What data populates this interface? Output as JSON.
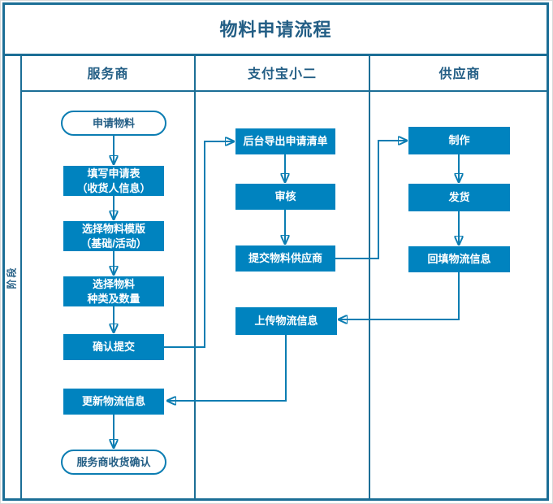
{
  "title": "物料申请流程",
  "phase_label": "阶段",
  "lanes": [
    {
      "header": "服务商"
    },
    {
      "header": "支付宝小二"
    },
    {
      "header": "供应商"
    }
  ],
  "nodes": {
    "apply": {
      "label": "申请物料",
      "type": "start",
      "lane": "服务商"
    },
    "fill_form": {
      "label": "填写申请表\n（收货人信息）",
      "type": "process",
      "lane": "服务商"
    },
    "choose_template": {
      "label": "选择物料模版\n（基础/活动）",
      "type": "process",
      "lane": "服务商"
    },
    "choose_type_qty": {
      "label": "选择物料\n种类及数量",
      "type": "process",
      "lane": "服务商"
    },
    "confirm_submit": {
      "label": "确认提交",
      "type": "process",
      "lane": "服务商"
    },
    "update_logistics": {
      "label": "更新物流信息",
      "type": "process",
      "lane": "服务商"
    },
    "receive_confirm": {
      "label": "服务商收货确认",
      "type": "end",
      "lane": "服务商"
    },
    "export_list": {
      "label": "后台导出申请清单",
      "type": "process",
      "lane": "支付宝小二"
    },
    "review": {
      "label": "审核",
      "type": "process",
      "lane": "支付宝小二"
    },
    "submit_supplier": {
      "label": "提交物料供应商",
      "type": "process",
      "lane": "支付宝小二"
    },
    "upload_logistics": {
      "label": "上传物流信息",
      "type": "process",
      "lane": "支付宝小二"
    },
    "produce": {
      "label": "制作",
      "type": "process",
      "lane": "供应商"
    },
    "ship": {
      "label": "发货",
      "type": "process",
      "lane": "供应商"
    },
    "backfill_logistics": {
      "label": "回填物流信息",
      "type": "process",
      "lane": "供应商"
    }
  },
  "edges": [
    {
      "from": "apply",
      "to": "fill_form"
    },
    {
      "from": "fill_form",
      "to": "choose_template"
    },
    {
      "from": "choose_template",
      "to": "choose_type_qty"
    },
    {
      "from": "choose_type_qty",
      "to": "confirm_submit"
    },
    {
      "from": "confirm_submit",
      "to": "export_list"
    },
    {
      "from": "export_list",
      "to": "review"
    },
    {
      "from": "review",
      "to": "submit_supplier"
    },
    {
      "from": "submit_supplier",
      "to": "produce"
    },
    {
      "from": "produce",
      "to": "ship"
    },
    {
      "from": "ship",
      "to": "backfill_logistics"
    },
    {
      "from": "backfill_logistics",
      "to": "upload_logistics"
    },
    {
      "from": "upload_logistics",
      "to": "update_logistics"
    },
    {
      "from": "update_logistics",
      "to": "receive_confirm"
    }
  ],
  "colors": {
    "frame": "#1b6e96",
    "process_fill": "#0083bf",
    "process_text": "#ffffff",
    "connector": "#0b7db2",
    "heading_text": "#235e85",
    "terminator_fill": "#ffffff"
  }
}
